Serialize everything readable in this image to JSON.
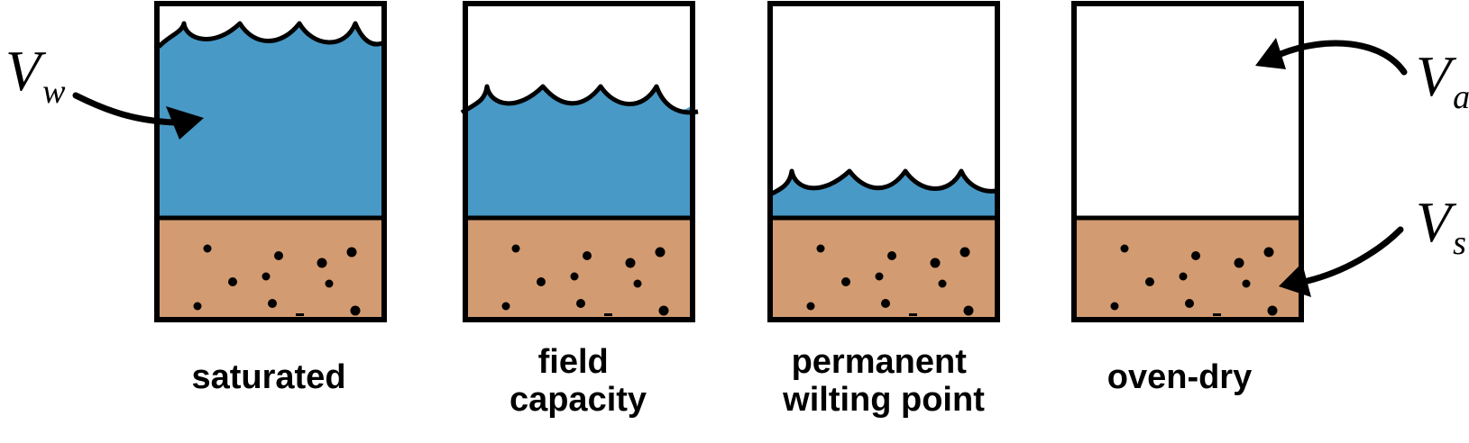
{
  "colors": {
    "water": "#4899c6",
    "soil": "#d29b71",
    "outline": "#000000",
    "background": "#ffffff"
  },
  "containers": [
    {
      "caption_lines": [
        "saturated"
      ],
      "water_level": "full"
    },
    {
      "caption_lines": [
        "field",
        "capacity"
      ],
      "water_level": "partial"
    },
    {
      "caption_lines": [
        "permanent",
        "wilting point"
      ],
      "water_level": "low"
    },
    {
      "caption_lines": [
        "oven-dry"
      ],
      "water_level": "none"
    }
  ],
  "labels": {
    "water": {
      "main": "V",
      "sub": "w"
    },
    "air": {
      "main": "V",
      "sub": "a"
    },
    "solids": {
      "main": "V",
      "sub": "s"
    }
  }
}
